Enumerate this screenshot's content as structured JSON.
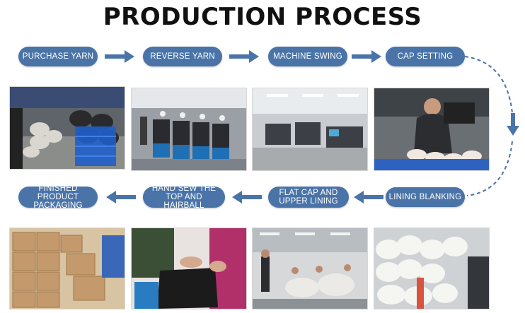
{
  "title": "PRODUCTION PROCESS",
  "steps_row1": [
    {
      "label": "PURCHASE YARN"
    },
    {
      "label": "REVERSE YARN"
    },
    {
      "label": "MACHINE SWING"
    },
    {
      "label": "CAP SETTING"
    }
  ],
  "steps_row2": [
    {
      "label": "FINISHED PRODUCT PACKAGING"
    },
    {
      "label": "HAND SEW THE TOP AND HAIRBALL"
    },
    {
      "label": "FLAT CAP AND UPPER LINING"
    },
    {
      "label": "LINING BLANKING"
    }
  ],
  "colors": {
    "pill": "#4a74a8",
    "arrow": "#4a74a8",
    "title": "#111111"
  }
}
